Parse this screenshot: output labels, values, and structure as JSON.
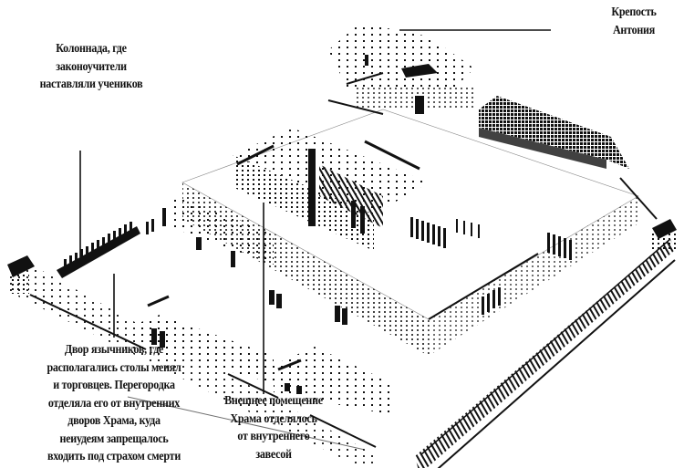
{
  "figure": {
    "title": "Иерусалимский Храм (изометрическая схема)",
    "ink_color": "#111111",
    "background_color": "#ffffff"
  },
  "labels": {
    "antonia": {
      "lines": [
        "Крепость",
        "Антония"
      ]
    },
    "colonnade": {
      "lines": [
        "Колоннада, где",
        "законоучители",
        "наставляли учеников"
      ]
    },
    "court_of_gentiles": {
      "lines": [
        "Двор язычников, где",
        "располагались столы менял",
        "и торговцев. Перегородка",
        "отделяла его от внутренних",
        "дворов Храма, куда",
        "неиудеям запрещалось",
        "входить под страхом смерти"
      ]
    },
    "curtain": {
      "lines": [
        "Внешнее помещение",
        "Храма отделялось",
        "от внутреннего",
        "завесой"
      ]
    }
  }
}
